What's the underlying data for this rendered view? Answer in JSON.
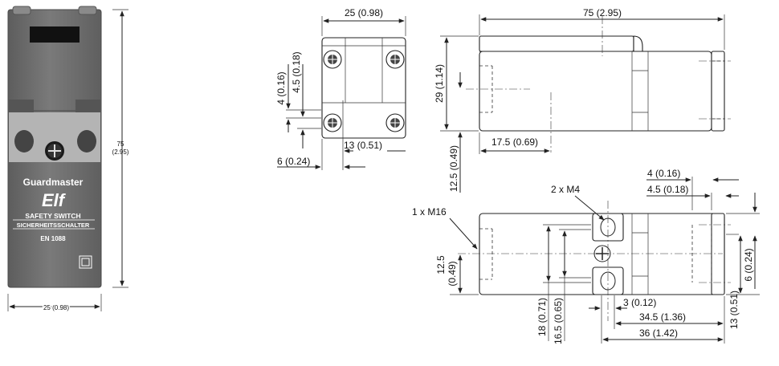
{
  "product": {
    "brand": "Guardmaster",
    "model": "Elf",
    "line1": "SAFETY SWITCH",
    "line2": "SICHERHEITSSCHALTER",
    "standard": "EN 1088",
    "body_color": "#6f6f6f",
    "label_color": "#ffffff"
  },
  "photo_dims": {
    "height": "75",
    "height_in": "(2.95)",
    "width": "25 (0.98)"
  },
  "front_view": {
    "width": "25 (0.98)",
    "v_4": "4 (0.16)",
    "v_4_5": "4.5 (0.18)",
    "h_6": "6 (0.24)",
    "h_13": "13 (0.51)"
  },
  "side_view": {
    "length": "75 (2.95)",
    "height": "29 (1.14)",
    "h_17_5": "17.5 (0.69)",
    "v_12_5": "12.5 (0.49)"
  },
  "bottom_view": {
    "d_4": "4 (0.16)",
    "d_4_5": "4.5 (0.18)",
    "screws": "2 x M4",
    "conduit": "1 x M16",
    "v_12_5": "12.5",
    "v_12_5_in": "(0.49)",
    "v_6": "6 (0.24)",
    "v_13": "13 (0.51)",
    "h_3": "3 (0.12)",
    "h_34_5": "34.5 (1.36)",
    "h_36": "36 (1.42)",
    "v_18": "18 (0.71)",
    "v_16_5": "16.5 (0.65)"
  }
}
